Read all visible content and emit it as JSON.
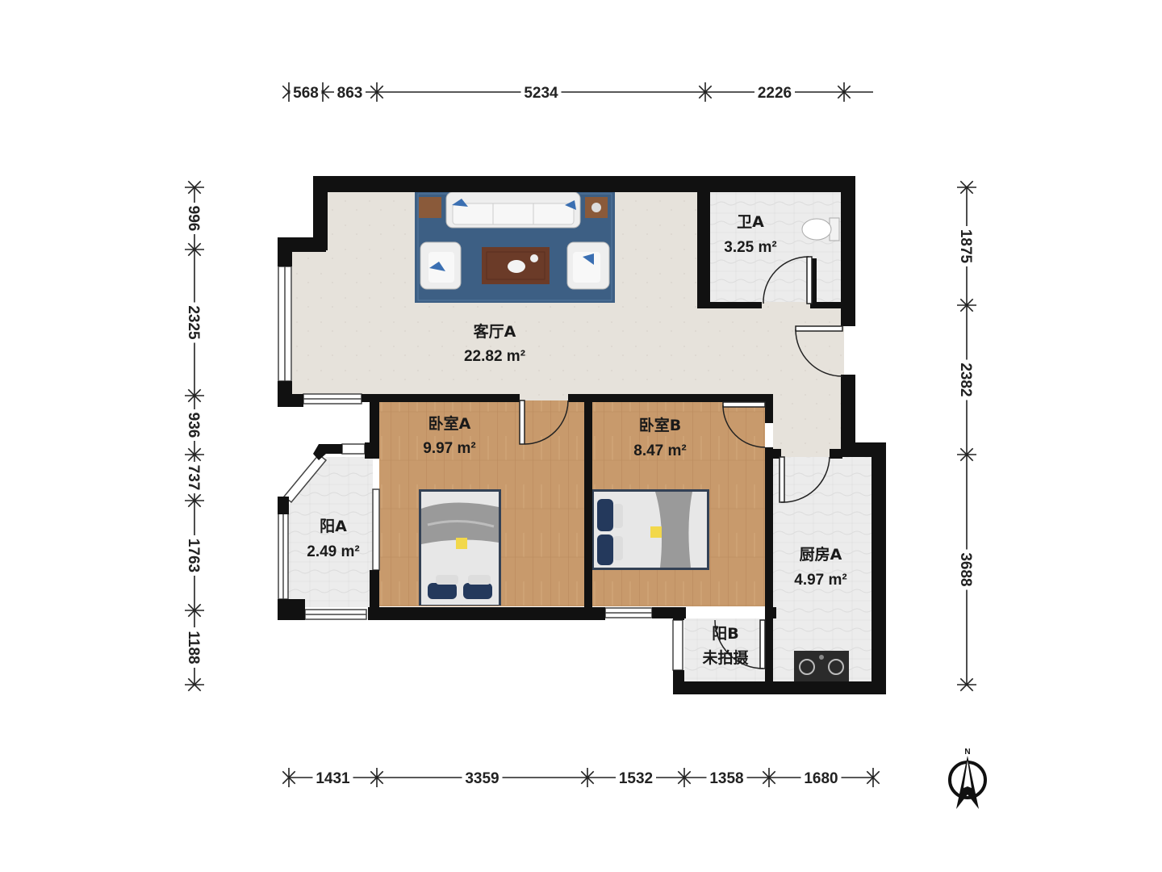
{
  "dimensions": {
    "top": [
      "568",
      "863",
      "5234",
      "2226"
    ],
    "bottom": [
      "1431",
      "3359",
      "1532",
      "1358",
      "1680"
    ],
    "left": [
      "996",
      "2325",
      "936",
      "737",
      "1763",
      "1188"
    ],
    "right": [
      "1875",
      "2382",
      "3688"
    ]
  },
  "rooms": {
    "living": {
      "name": "客厅A",
      "area": "22.82 m²"
    },
    "bath": {
      "name": "卫A",
      "area": "3.25 m²"
    },
    "bedroom_a": {
      "name": "卧室A",
      "area": "9.97 m²"
    },
    "bedroom_b": {
      "name": "卧室B",
      "area": "8.47 m²"
    },
    "balcony_a": {
      "name": "阳A",
      "area": "2.49 m²"
    },
    "kitchen": {
      "name": "厨房A",
      "area": "4.97 m²"
    },
    "balcony_b": {
      "name": "阳B",
      "note": "未拍摄"
    }
  },
  "compass": {
    "label": "N"
  },
  "colors": {
    "wall": "#111111",
    "wood_floor": "#c89a6c",
    "tile_floor": "#e9e9e9",
    "living_floor": "#e6e2db",
    "rug": "#3d5f84"
  }
}
